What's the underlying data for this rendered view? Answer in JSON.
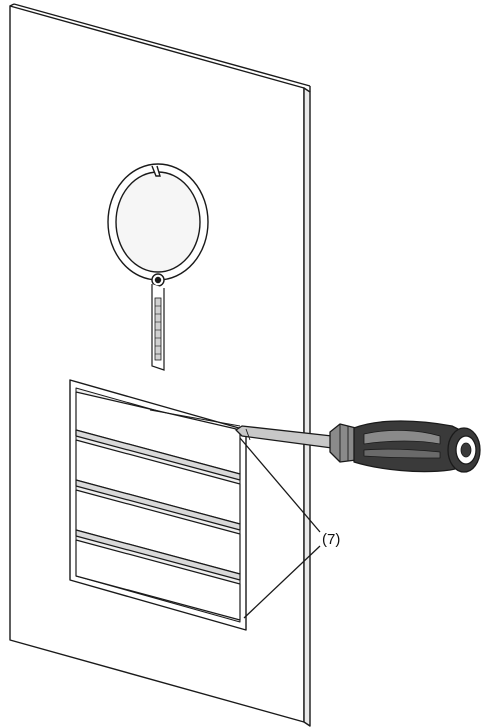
{
  "diagram": {
    "callout": {
      "label": "(7)"
    },
    "colors": {
      "line": "#1a1a1a",
      "background": "#ffffff",
      "screwdriver_dark": "#3a3a3a",
      "screwdriver_mid": "#8a8a8a",
      "screwdriver_light": "#c8c8c8"
    },
    "components": [
      "wall-panel",
      "round-light-sensor-ring",
      "mounting-strip",
      "button-module-frame",
      "rocker-buttons",
      "screwdriver",
      "callout-leader-lines"
    ]
  }
}
